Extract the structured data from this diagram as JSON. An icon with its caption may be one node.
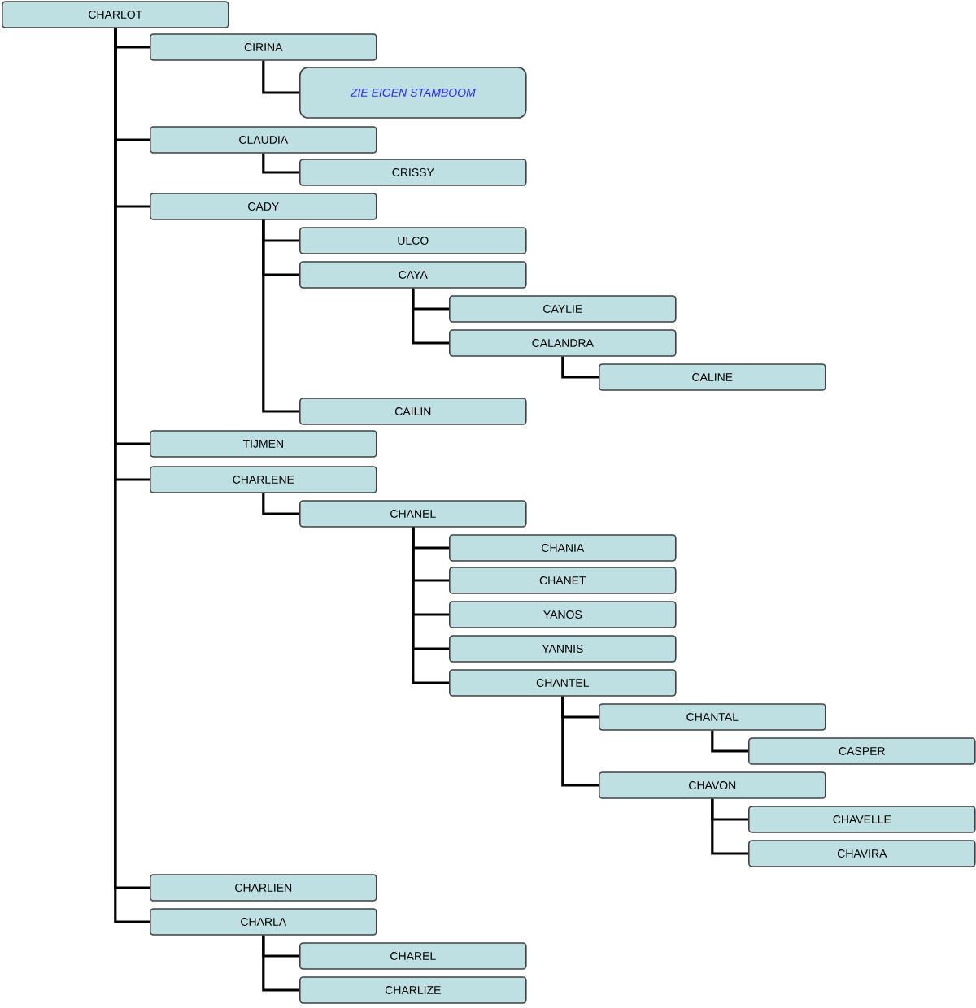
{
  "diagram": {
    "nodes": [
      {
        "text": [
          "CHARLOT"
        ]
      },
      {
        "text": [
          "CIRINA"
        ]
      },
      {
        "text": [
          "ZIE EIGEN STAMBOOM"
        ]
      },
      {
        "text": [
          "CLAUDIA"
        ]
      },
      {
        "text": [
          "CRISSY"
        ]
      },
      {
        "text": [
          "CADY"
        ]
      },
      {
        "text": [
          "ULCO"
        ]
      },
      {
        "text": [
          "CAYA"
        ]
      },
      {
        "text": [
          "CAYLIE"
        ]
      },
      {
        "text": [
          "CALANDRA"
        ]
      },
      {
        "text": [
          "CALINE"
        ]
      },
      {
        "text": [
          "CAILIN"
        ]
      },
      {
        "text": [
          "TIJMEN"
        ]
      },
      {
        "text": [
          "CHARLENE"
        ]
      },
      {
        "text": [
          "CHANEL"
        ]
      },
      {
        "text": [
          "CHANIA"
        ]
      },
      {
        "text": [
          "CHANET"
        ]
      },
      {
        "text": [
          "YANOS"
        ]
      },
      {
        "text": [
          "YANNIS"
        ]
      },
      {
        "text": [
          "CHANTEL"
        ]
      },
      {
        "text": [
          "CHANTAL"
        ]
      },
      {
        "text": [
          "CASPER"
        ]
      },
      {
        "text": [
          "CHAVON"
        ]
      },
      {
        "text": [
          "CHAVELLE"
        ]
      },
      {
        "text": [
          "CHAVIRA"
        ]
      },
      {
        "text": [
          "CHARLIEN"
        ]
      },
      {
        "text": [
          "CHARLA"
        ]
      },
      {
        "text": [
          "CHAREL"
        ]
      },
      {
        "text": [
          "CHARLIZE"
        ]
      }
    ],
    "edges": [
      {
        "from": 0,
        "to": 1,
        "arrow": "none"
      },
      {
        "from": 1,
        "to": 2,
        "arrow": "none"
      },
      {
        "from": 0,
        "to": 3,
        "arrow": "none"
      },
      {
        "from": 3,
        "to": 4,
        "arrow": "none"
      },
      {
        "from": 0,
        "to": 5,
        "arrow": "none"
      },
      {
        "from": 5,
        "to": 6,
        "arrow": "none"
      },
      {
        "from": 5,
        "to": 7,
        "arrow": "none"
      },
      {
        "from": 7,
        "to": 8,
        "arrow": "none"
      },
      {
        "from": 7,
        "to": 9,
        "arrow": "none"
      },
      {
        "from": 9,
        "to": 10,
        "arrow": "none"
      },
      {
        "from": 5,
        "to": 11,
        "arrow": "none"
      },
      {
        "from": 0,
        "to": 12,
        "arrow": "none"
      },
      {
        "from": 0,
        "to": 13,
        "arrow": "none"
      },
      {
        "from": 13,
        "to": 14,
        "arrow": "none"
      },
      {
        "from": 14,
        "to": 15,
        "arrow": "none"
      },
      {
        "from": 14,
        "to": 16,
        "arrow": "none"
      },
      {
        "from": 14,
        "to": 17,
        "arrow": "none"
      },
      {
        "from": 14,
        "to": 18,
        "arrow": "none"
      },
      {
        "from": 14,
        "to": 19,
        "arrow": "none"
      },
      {
        "from": 19,
        "to": 20,
        "arrow": "none"
      },
      {
        "from": 20,
        "to": 21,
        "arrow": "none"
      },
      {
        "from": 19,
        "to": 22,
        "arrow": "none"
      },
      {
        "from": 22,
        "to": 23,
        "arrow": "none"
      },
      {
        "from": 22,
        "to": 24,
        "arrow": "none"
      },
      {
        "from": 0,
        "to": 25,
        "arrow": "none"
      },
      {
        "from": 0,
        "to": 26,
        "arrow": "none"
      },
      {
        "from": 26,
        "to": 27,
        "arrow": "none"
      },
      {
        "from": 26,
        "to": 28,
        "arrow": "none"
      }
    ]
  }
}
